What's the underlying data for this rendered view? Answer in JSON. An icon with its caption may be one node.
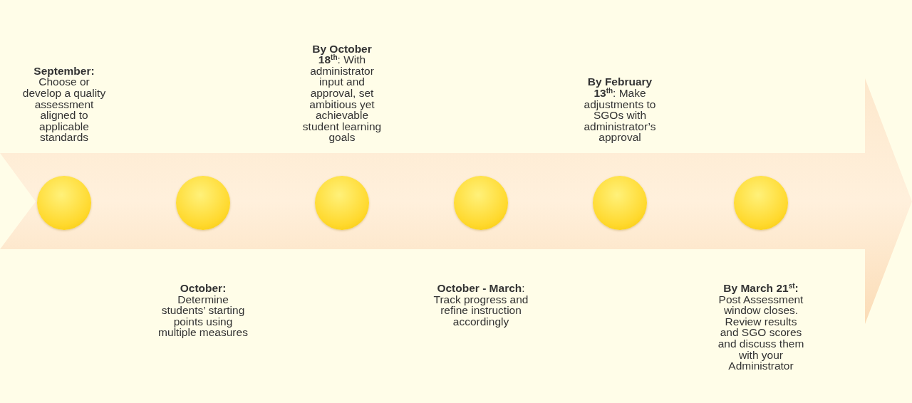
{
  "diagram": {
    "nodes": [
      {
        "text": [],
        "shape": "circle"
      },
      {
        "text": [],
        "shape": "circle"
      },
      {
        "text": [],
        "shape": "circle"
      },
      {
        "text": [],
        "shape": "circle"
      },
      {
        "text": [],
        "shape": "circle"
      },
      {
        "text": [],
        "shape": "circle"
      }
    ],
    "labels": [
      "**September:** Choose or develop a quality assessment aligned to applicable standards",
      "**October:** Determine students’ starting points using multiple measures",
      "**By October 18**$^{th}$: With administrator input and approval, set ambitious yet achievable student learning goals",
      "**October - March**: Track progress and refine instruction accordingly",
      "**By February 13**$^{th}$: Make adjustments to SGOs with administrator’s approval",
      "**By March 21**$^{st}$**:** Post Assessment window closes. Review results and SGO scores and discuss them with your Administrator"
    ]
  }
}
